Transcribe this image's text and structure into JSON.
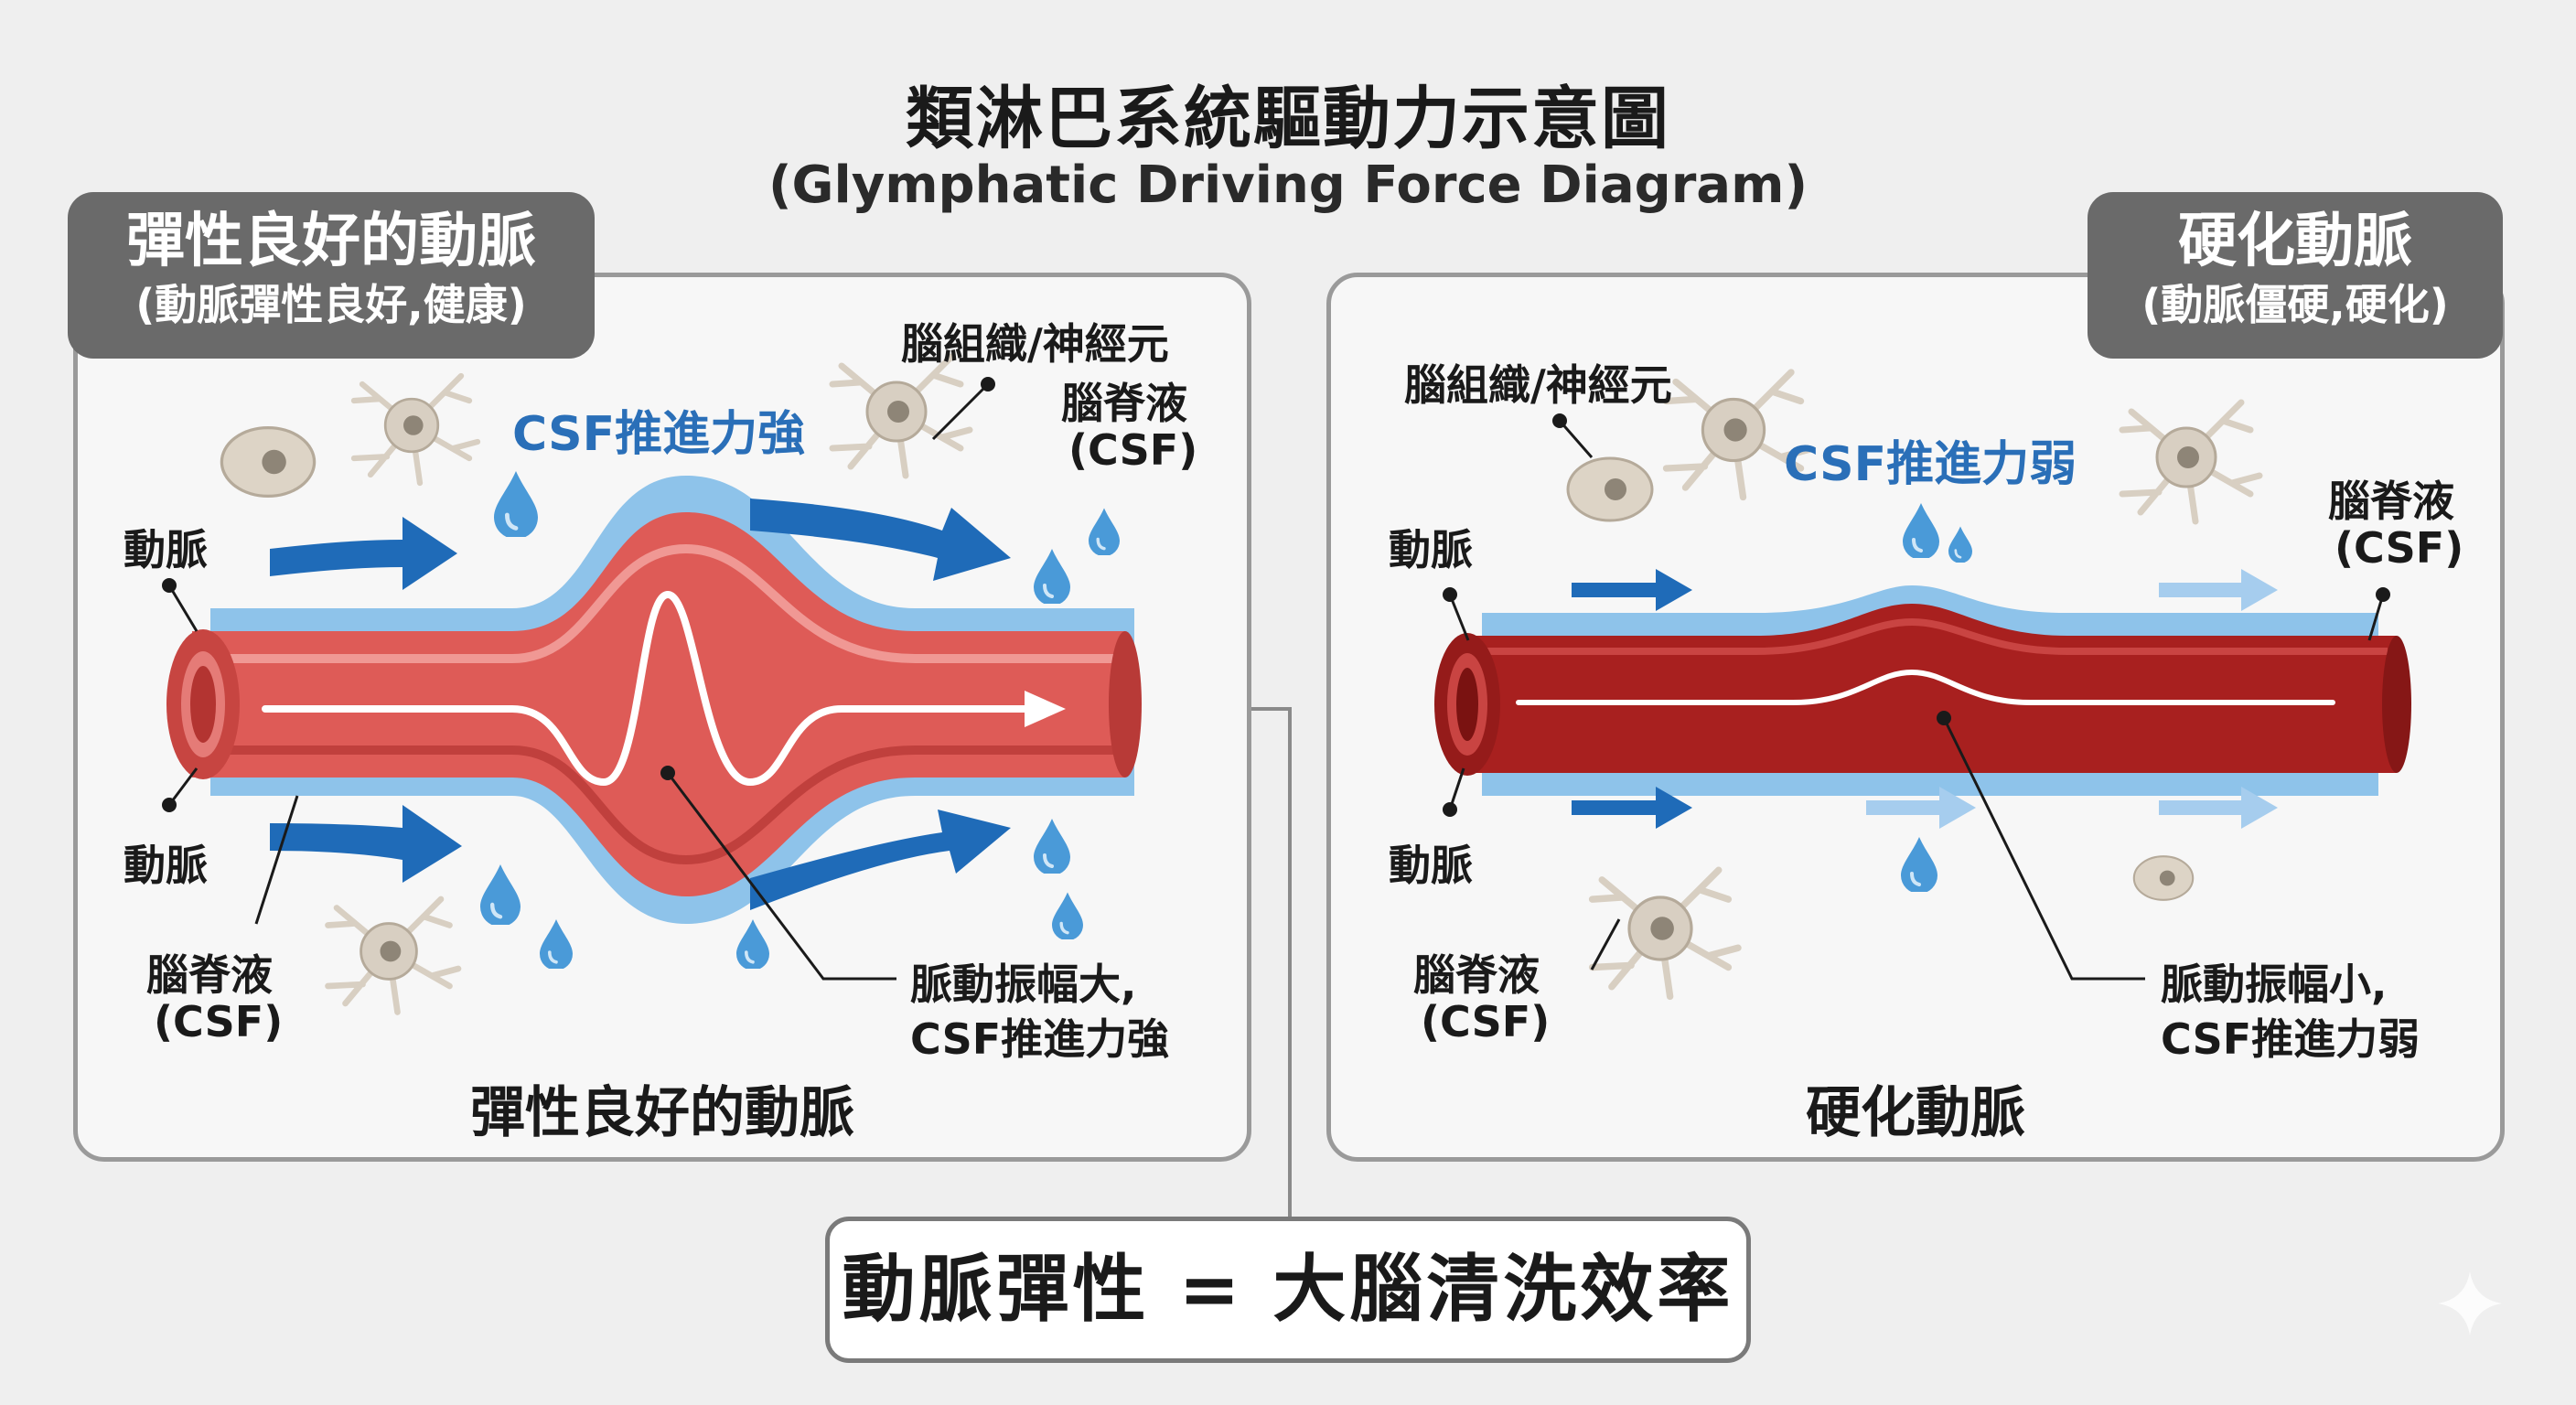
{
  "title": {
    "zh": "類淋巴系統驅動力示意圖",
    "en": "(Glymphatic Driving Force Diagram)"
  },
  "left_panel": {
    "tag_title": "彈性良好的動脈",
    "tag_subtitle": "(動脈彈性良好,健康)",
    "csf_force": "CSF推進力強",
    "brain_tissue": "腦組織/神經元",
    "csf_line1": "腦脊液",
    "csf_line2": "(CSF)",
    "artery_top": "動脈",
    "artery_bottom": "動脈",
    "csf_left_line1": "腦脊液",
    "csf_left_line2": "(CSF)",
    "pulse_line1": "脈動振幅大,",
    "pulse_line2": "CSF推進力強",
    "bottom_title": "彈性良好的動脈"
  },
  "right_panel": {
    "tag_title": "硬化動脈",
    "tag_subtitle": "(動脈僵硬,硬化)",
    "csf_force": "CSF推進力弱",
    "brain_tissue": "腦組織/神經元",
    "csf_line1": "腦脊液",
    "csf_line2": "(CSF)",
    "artery_top": "動脈",
    "artery_bottom": "動脈",
    "csf_left_line1": "腦脊液",
    "csf_left_line2": "(CSF)",
    "pulse_line1": "脈動振幅小,",
    "pulse_line2": "CSF推進力弱",
    "bottom_title": "硬化動脈"
  },
  "summary": "動脈彈性 = 大腦清洗效率",
  "colors": {
    "healthy_artery": "#d9534f",
    "stiff_artery": "#a8201f",
    "csf_blue": "#5aa5e0",
    "arrow_blue": "#1f6bb8",
    "label_blue": "#2a6fb8"
  }
}
